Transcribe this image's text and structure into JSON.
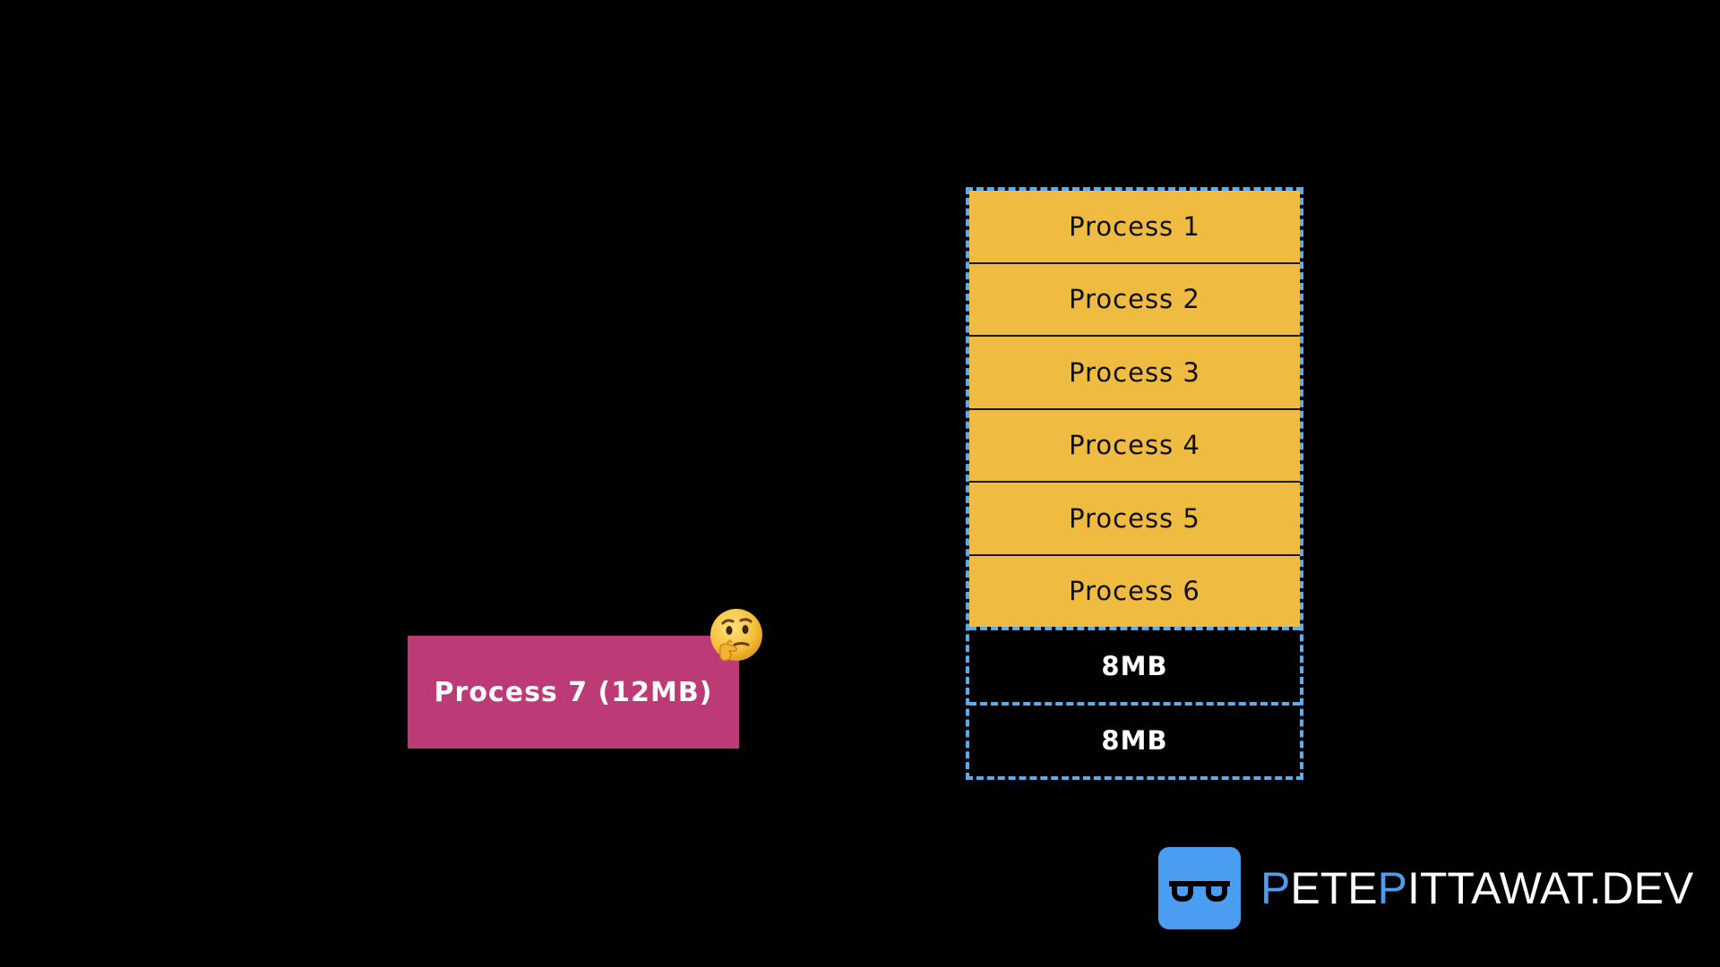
{
  "memory": {
    "used_slots": [
      "Process 1",
      "Process 2",
      "Process 3",
      "Process 4",
      "Process 5",
      "Process 6"
    ],
    "free_slots": [
      "8MB",
      "8MB"
    ]
  },
  "incoming_process": {
    "label": "Process 7 (12MB)"
  },
  "icons": {
    "thinking": "thinking-face-icon",
    "logo": "glasses-logo-icon"
  },
  "brand": {
    "part1_accent": "P",
    "part1_rest": "ETE",
    "part2_accent": "P",
    "part2_rest": "ITTAWAT.DEV"
  },
  "colors": {
    "background": "#000000",
    "used_slot": "#f0bb41",
    "free_slot": "#000000",
    "stack_border": "#5aaef0",
    "incoming_process": "#bc3a76",
    "brand_accent": "#4a9df0"
  }
}
